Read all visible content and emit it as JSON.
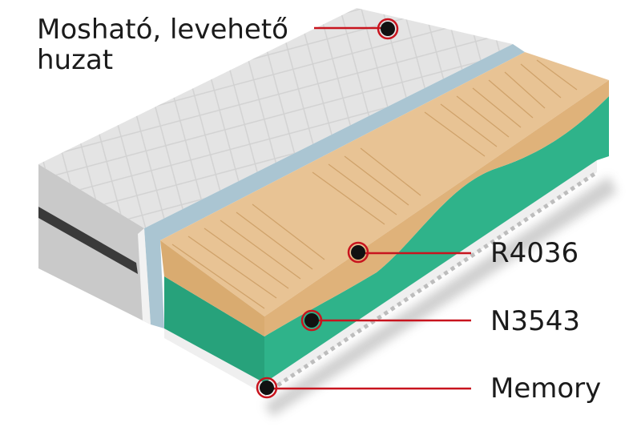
{
  "labels": {
    "cover": "Mosható, levehető",
    "cover_line2": "huzat",
    "top_layer": "R4036",
    "middle_layer": "N3543",
    "bottom_layer": "Memory"
  },
  "colors": {
    "cover": "#e3e3e3",
    "foam_top": "#e2b983",
    "foam_mid": "#2fb38a",
    "memory": "#eeeeee",
    "divider": "#aac5d2",
    "callout_line": "#c8141e",
    "marker": "#111111"
  }
}
